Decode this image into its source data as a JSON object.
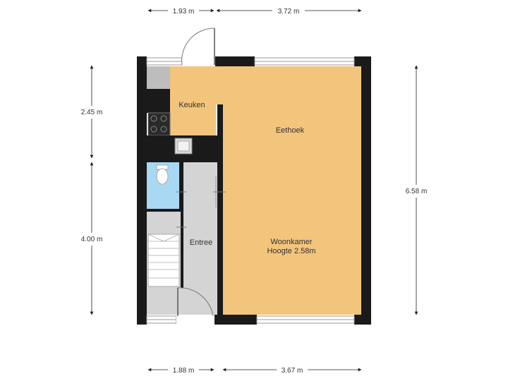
{
  "plan": {
    "dimensions": {
      "top_left": "1.93 m",
      "top_right": "3.72 m",
      "bottom_left": "1.88 m",
      "bottom_right": "3.67 m",
      "left_upper": "2.45 m",
      "left_lower": "4.00 m",
      "right_total": "6.58 m"
    },
    "rooms": {
      "keuken": "Keuken",
      "eethoek": "Eethoek",
      "entree": "Entree",
      "woonkamer": "Woonkamer",
      "woonkamer_height": "Hoogte 2.58m"
    },
    "colors": {
      "living": "#F3C47B",
      "hall": "#D4D4D4",
      "bathroom": "#A9D8F2",
      "wall": "#1a1a1a",
      "window": "#9a9a9a"
    }
  }
}
